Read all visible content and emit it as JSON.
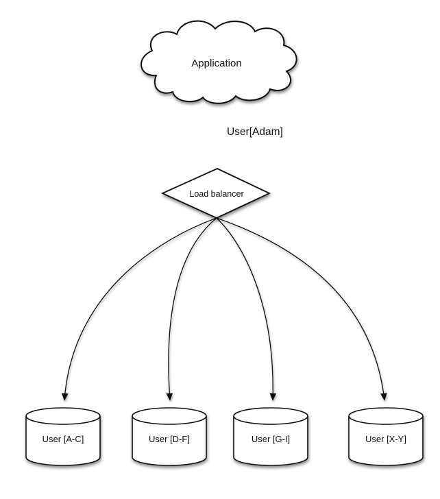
{
  "diagram": {
    "background_color": "#ffffff",
    "stroke_color": "#111111",
    "shape_fill_color": "#ffffff",
    "cloud": {
      "label": "Application"
    },
    "edge_cloud_to_load_balancer": {
      "label": "User[Adam]"
    },
    "load_balancer": {
      "label": "Load balancer"
    },
    "databases": [
      {
        "label": "User [A-C]"
      },
      {
        "label": "User [D-F]"
      },
      {
        "label": "User [G-I]"
      },
      {
        "label": "User [X-Y]"
      }
    ]
  }
}
